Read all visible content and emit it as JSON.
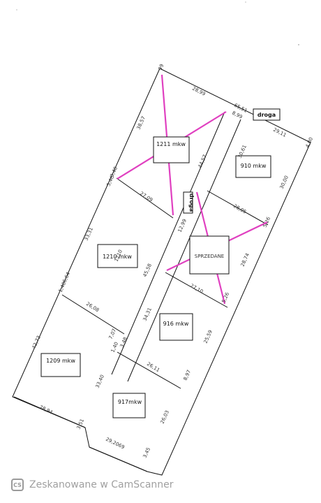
{
  "plan": {
    "lots": [
      "1211 mkw",
      "910 mkw",
      "1210 mkw",
      "916 mkw",
      "1209 mkw",
      "917mkw"
    ],
    "sold_label": "SPRZEDANE",
    "road_labels": [
      "droga",
      "droga"
    ],
    "dimensions": [
      "99",
      "28,99",
      "65,51",
      "8,99",
      "29,11",
      "4,00",
      "38,57",
      "44,57",
      "30,61",
      "3,40",
      "5,46",
      "27,09",
      "30,00",
      "28,05",
      "5,26",
      "33,31",
      "12,99",
      "1210",
      "45,58",
      "28,74",
      "1,40",
      "6,64",
      "26,08",
      "27,10",
      "5,26",
      "34,31",
      "7,07",
      "1,40",
      "3,48",
      "25,59",
      "42,73",
      "26,11",
      "8,97",
      "33,40",
      "28,94",
      "3,51",
      "29,2069",
      "26,03",
      "3,45"
    ]
  },
  "footer": {
    "logo": "CS",
    "text": "Zeskanowane w CamScanner"
  },
  "colors": {
    "line": "#111111",
    "sold_mark": "#e040c0",
    "footer_text": "#a0a0a0"
  }
}
